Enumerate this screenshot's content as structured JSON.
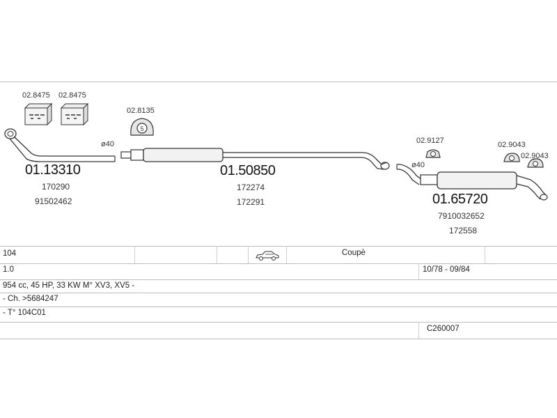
{
  "labels": {
    "clamp_box_1": "02.8475",
    "clamp_box_2": "02.8475",
    "hanger_1": "02.8135",
    "hanger_2": "02.9127",
    "hanger_3": "02.9043",
    "hanger_4": "02.9043",
    "diameter_1": "ø40",
    "diameter_2": "ø40"
  },
  "parts": {
    "front_pipe": {
      "code": "01.13310",
      "ref1": "170290",
      "ref2": "91502462"
    },
    "middle_silencer": {
      "code": "01.50850",
      "ref1": "172274",
      "ref2": "172291"
    },
    "rear_silencer": {
      "code": "01.65720",
      "ref1": "7910032652",
      "ref2": "172558"
    }
  },
  "table": {
    "model": "104",
    "body": "Coupè",
    "engine": "1.0",
    "years": "10/78 - 09/84",
    "spec": "954 cc, 45 HP, 33 KW M° XV3, XV5 -",
    "chassis": "- Ch. >5684247",
    "type": "- T° 104C01",
    "catalog": "C260007"
  },
  "icons": {
    "car": "car-coupe-icon"
  }
}
